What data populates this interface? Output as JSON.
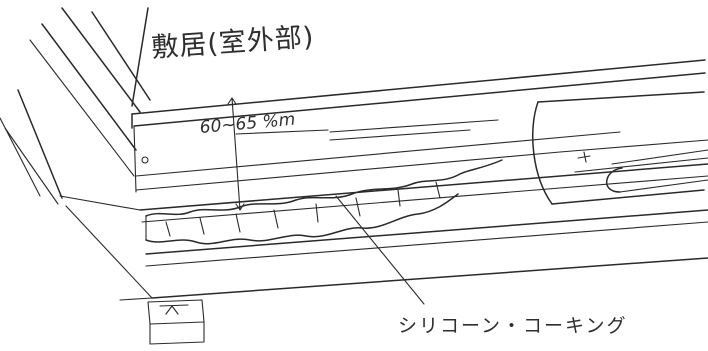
{
  "labels": {
    "title": "敷居(室外部)",
    "dimension": "60~65 %m",
    "caulking": "シリコーン・コーキング"
  },
  "colors": {
    "ink": "#2a2a2a",
    "paper": "#ffffff"
  }
}
